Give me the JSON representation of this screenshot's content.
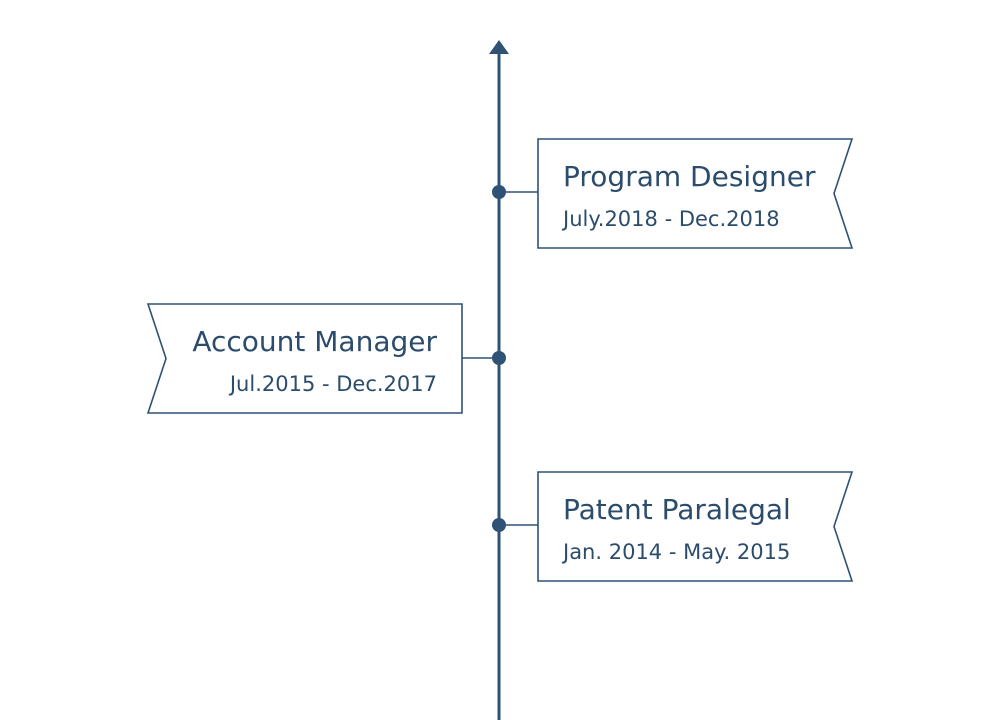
{
  "colors": {
    "line": "#2f5275",
    "text": "#2c4c6c",
    "flag_fill": "#ffffff"
  },
  "entries": [
    {
      "title": "Program Designer",
      "dates": "July.2018 - Dec.2018",
      "side": "right"
    },
    {
      "title": "Account Manager",
      "dates": "Jul.2015 - Dec.2017",
      "side": "left"
    },
    {
      "title": "Patent Paralegal",
      "dates": "Jan. 2014 - May. 2015",
      "side": "right"
    }
  ]
}
